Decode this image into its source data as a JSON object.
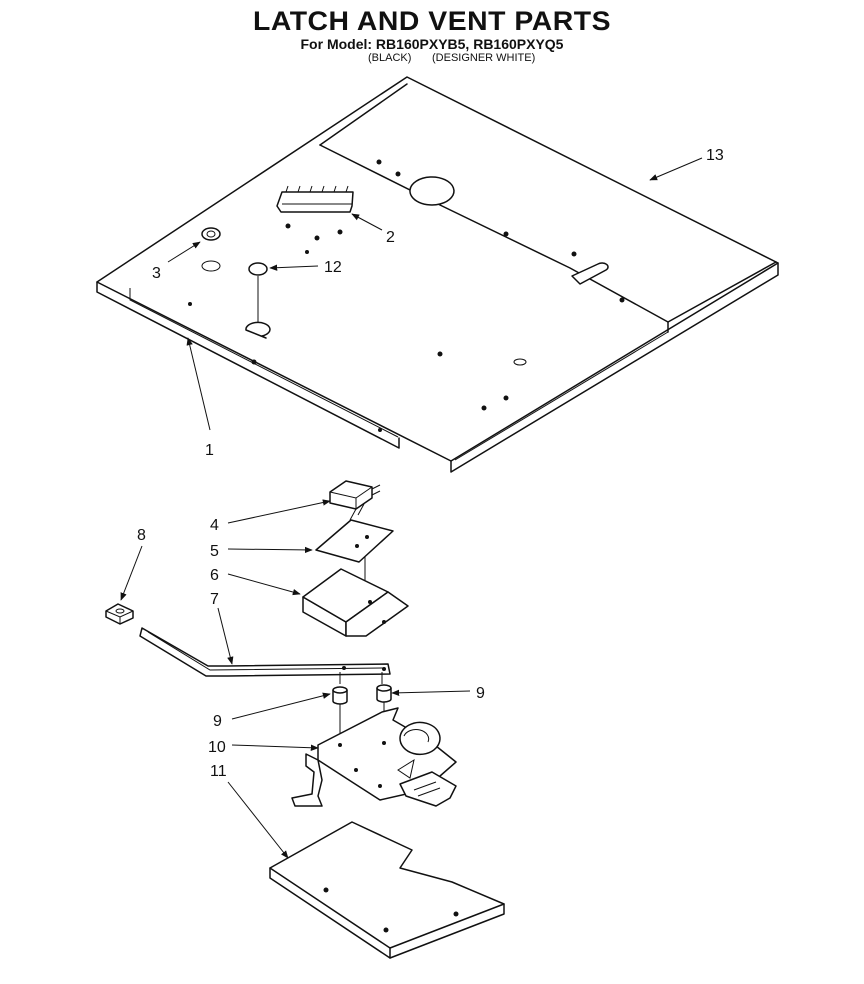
{
  "header": {
    "title": "LATCH AND VENT PARTS",
    "model_line": "For Model: RB160PXYB5, RB160PXYQ5",
    "variant_black": "(BLACK)",
    "variant_white": "(DESIGNER WHITE)"
  },
  "callouts": [
    {
      "id": "1",
      "text": "1"
    },
    {
      "id": "2",
      "text": "2"
    },
    {
      "id": "3",
      "text": "3"
    },
    {
      "id": "4",
      "text": "4"
    },
    {
      "id": "5",
      "text": "5"
    },
    {
      "id": "6",
      "text": "6"
    },
    {
      "id": "7",
      "text": "7"
    },
    {
      "id": "8",
      "text": "8"
    },
    {
      "id": "9a",
      "text": "9"
    },
    {
      "id": "9b",
      "text": "9"
    },
    {
      "id": "10",
      "text": "10"
    },
    {
      "id": "11",
      "text": "11"
    },
    {
      "id": "12",
      "text": "12"
    },
    {
      "id": "13",
      "text": "13"
    }
  ]
}
